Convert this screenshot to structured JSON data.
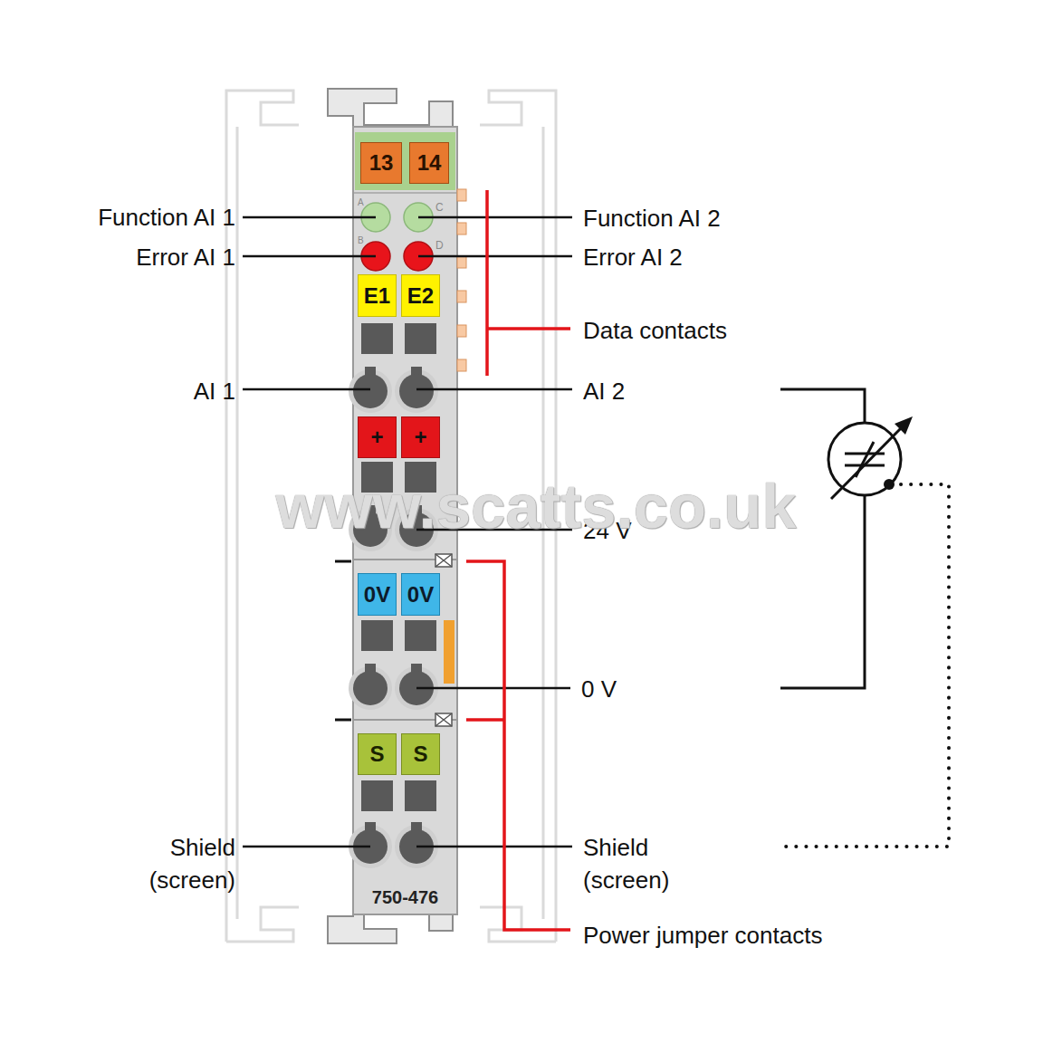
{
  "diagram": {
    "nodes": [
      {
        "text": [
          "750-476"
        ]
      },
      {
        "text": [
          "13"
        ],
        "in": 0
      },
      {
        "text": [
          "14"
        ],
        "in": 0
      },
      {
        "text": [
          "E1"
        ],
        "in": 0
      },
      {
        "text": [
          "E2"
        ],
        "in": 0
      },
      {
        "text": [
          "+"
        ],
        "in": 0
      },
      {
        "text": [
          "+"
        ],
        "in": 0
      },
      {
        "text": [
          "0V"
        ],
        "in": 0
      },
      {
        "text": [
          "0V"
        ],
        "in": 0
      },
      {
        "text": [
          "S"
        ],
        "in": 0
      },
      {
        "text": [
          "S"
        ],
        "in": 0
      }
    ],
    "labels": [
      "Function AI 1",
      "Function AI 2",
      "Error AI 1",
      "Error AI 2",
      "A",
      "B",
      "C",
      "D",
      "Data contacts",
      "AI 1",
      "AI 2",
      "24 V",
      "www.scatts.co.uk",
      "0 V",
      "Shield (screen)",
      "Shield (screen)",
      "Power jumper contacts"
    ]
  }
}
